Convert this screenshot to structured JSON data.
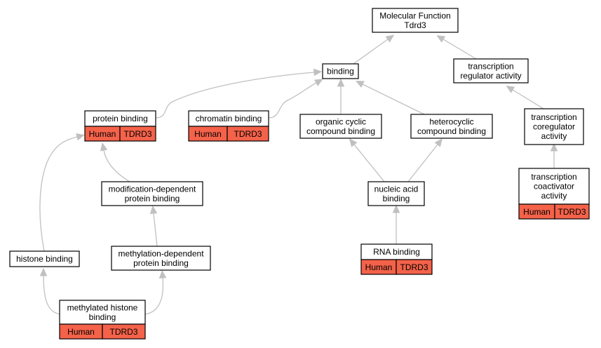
{
  "colors": {
    "annotation_fill": "#f4624a",
    "edge": "#c0c0c0",
    "box_border": "#000000"
  },
  "nodes": [
    {
      "id": "mf",
      "lines": [
        "Molecular Function",
        "Tdrd3"
      ],
      "annotation": null
    },
    {
      "id": "binding",
      "lines": [
        "binding"
      ],
      "annotation": null
    },
    {
      "id": "tra",
      "lines": [
        "transcription",
        "regulator activity"
      ],
      "annotation": null
    },
    {
      "id": "protein",
      "lines": [
        "protein binding"
      ],
      "annotation": [
        "Human",
        "TDRD3"
      ]
    },
    {
      "id": "chromatin",
      "lines": [
        "chromatin binding"
      ],
      "annotation": [
        "Human",
        "TDRD3"
      ]
    },
    {
      "id": "organic",
      "lines": [
        "organic cyclic",
        "compound binding"
      ],
      "annotation": null
    },
    {
      "id": "hetero",
      "lines": [
        "heterocyclic",
        "compound binding"
      ],
      "annotation": null
    },
    {
      "id": "tcorg",
      "lines": [
        "transcription",
        "coregulator",
        "activity"
      ],
      "annotation": null
    },
    {
      "id": "moddep",
      "lines": [
        "modification-dependent",
        "protein binding"
      ],
      "annotation": null
    },
    {
      "id": "nucleic",
      "lines": [
        "nucleic acid",
        "binding"
      ],
      "annotation": null
    },
    {
      "id": "tcoact",
      "lines": [
        "transcription",
        "coactivator",
        "activity"
      ],
      "annotation": [
        "Human",
        "TDRD3"
      ]
    },
    {
      "id": "histone",
      "lines": [
        "histone binding"
      ],
      "annotation": null
    },
    {
      "id": "methdep",
      "lines": [
        "methylation-dependent",
        "protein binding"
      ],
      "annotation": null
    },
    {
      "id": "rna",
      "lines": [
        "RNA binding"
      ],
      "annotation": [
        "Human",
        "TDRD3"
      ]
    },
    {
      "id": "methhist",
      "lines": [
        "methylated histone",
        "binding"
      ],
      "annotation": [
        "Human",
        "TDRD3"
      ]
    }
  ],
  "edges": [
    {
      "from": "binding",
      "to": "mf"
    },
    {
      "from": "tra",
      "to": "mf"
    },
    {
      "from": "protein",
      "to": "binding"
    },
    {
      "from": "chromatin",
      "to": "binding"
    },
    {
      "from": "organic",
      "to": "binding"
    },
    {
      "from": "hetero",
      "to": "binding"
    },
    {
      "from": "tcorg",
      "to": "tra"
    },
    {
      "from": "moddep",
      "to": "protein"
    },
    {
      "from": "histone",
      "to": "protein"
    },
    {
      "from": "nucleic",
      "to": "organic"
    },
    {
      "from": "nucleic",
      "to": "hetero"
    },
    {
      "from": "tcoact",
      "to": "tcorg"
    },
    {
      "from": "methdep",
      "to": "moddep"
    },
    {
      "from": "rna",
      "to": "nucleic"
    },
    {
      "from": "methhist",
      "to": "histone"
    },
    {
      "from": "methhist",
      "to": "methdep"
    }
  ]
}
